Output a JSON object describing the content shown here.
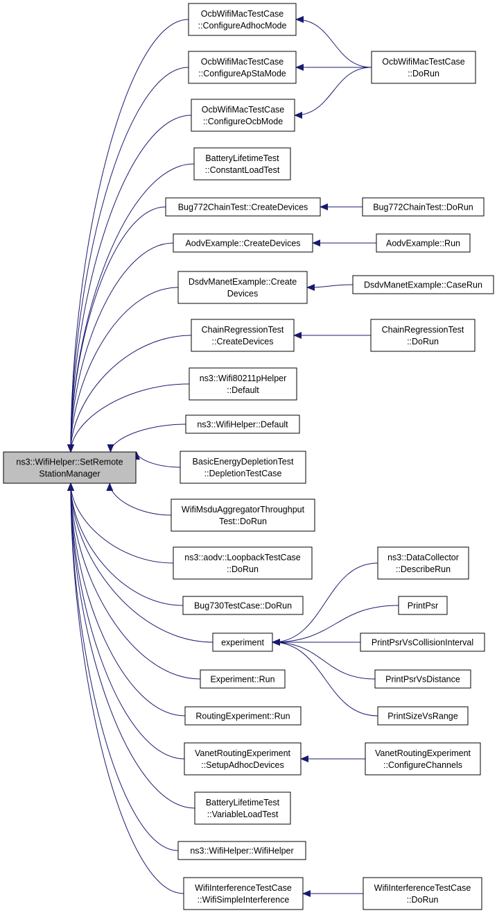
{
  "colors": {
    "edge": "#191970",
    "root_fill": "#bfbfbf",
    "node_fill": "#ffffff",
    "node_border": "#000000"
  },
  "root": {
    "id": "root",
    "lines": [
      "ns3::WifiHelper::SetRemote",
      "StationManager"
    ]
  },
  "nodes": [
    {
      "id": "n1",
      "lines": [
        "OcbWifiMacTestCase",
        "::ConfigureAdhocMode"
      ]
    },
    {
      "id": "n2",
      "lines": [
        "OcbWifiMacTestCase",
        "::ConfigureApStaMode"
      ]
    },
    {
      "id": "n3",
      "lines": [
        "OcbWifiMacTestCase",
        "::ConfigureOcbMode"
      ]
    },
    {
      "id": "n4",
      "lines": [
        "BatteryLifetimeTest",
        "::ConstantLoadTest"
      ]
    },
    {
      "id": "n5",
      "lines": [
        "Bug772ChainTest::CreateDevices"
      ]
    },
    {
      "id": "n6",
      "lines": [
        "AodvExample::CreateDevices"
      ]
    },
    {
      "id": "n7",
      "lines": [
        "DsdvManetExample::Create",
        "Devices"
      ]
    },
    {
      "id": "n8",
      "lines": [
        "ChainRegressionTest",
        "::CreateDevices"
      ]
    },
    {
      "id": "n9",
      "lines": [
        "ns3::Wifi80211pHelper",
        "::Default"
      ]
    },
    {
      "id": "n10",
      "lines": [
        "ns3::WifiHelper::Default"
      ]
    },
    {
      "id": "n11",
      "lines": [
        "BasicEnergyDepletionTest",
        "::DepletionTestCase"
      ]
    },
    {
      "id": "n12",
      "lines": [
        "WifiMsduAggregatorThroughput",
        "Test::DoRun"
      ]
    },
    {
      "id": "n13",
      "lines": [
        "ns3::aodv::LoopbackTestCase",
        "::DoRun"
      ]
    },
    {
      "id": "n14",
      "lines": [
        "Bug730TestCase::DoRun"
      ]
    },
    {
      "id": "n15",
      "lines": [
        "experiment"
      ]
    },
    {
      "id": "n16",
      "lines": [
        "Experiment::Run"
      ]
    },
    {
      "id": "n17",
      "lines": [
        "RoutingExperiment::Run"
      ]
    },
    {
      "id": "n18",
      "lines": [
        "VanetRoutingExperiment",
        "::SetupAdhocDevices"
      ]
    },
    {
      "id": "n19",
      "lines": [
        "BatteryLifetimeTest",
        "::VariableLoadTest"
      ]
    },
    {
      "id": "n20",
      "lines": [
        "ns3::WifiHelper::WifiHelper"
      ]
    },
    {
      "id": "n21",
      "lines": [
        "WifiInterferenceTestCase",
        "::WifiSimpleInterference"
      ]
    },
    {
      "id": "c1",
      "lines": [
        "OcbWifiMacTestCase",
        "::DoRun"
      ]
    },
    {
      "id": "c2",
      "lines": [
        "Bug772ChainTest::DoRun"
      ]
    },
    {
      "id": "c3",
      "lines": [
        "AodvExample::Run"
      ]
    },
    {
      "id": "c4",
      "lines": [
        "DsdvManetExample::CaseRun"
      ]
    },
    {
      "id": "c5",
      "lines": [
        "ChainRegressionTest",
        "::DoRun"
      ]
    },
    {
      "id": "c6",
      "lines": [
        "ns3::DataCollector",
        "::DescribeRun"
      ]
    },
    {
      "id": "c7",
      "lines": [
        "PrintPsr"
      ]
    },
    {
      "id": "c8",
      "lines": [
        "PrintPsrVsCollisionInterval"
      ]
    },
    {
      "id": "c9",
      "lines": [
        "PrintPsrVsDistance"
      ]
    },
    {
      "id": "c10",
      "lines": [
        "PrintSizeVsRange"
      ]
    },
    {
      "id": "c11",
      "lines": [
        "VanetRoutingExperiment",
        "::ConfigureChannels"
      ]
    },
    {
      "id": "c12",
      "lines": [
        "WifiInterferenceTestCase",
        "::DoRun"
      ]
    }
  ],
  "edges": [
    {
      "from": "n1",
      "to": "root"
    },
    {
      "from": "n2",
      "to": "root"
    },
    {
      "from": "n3",
      "to": "root"
    },
    {
      "from": "n4",
      "to": "root"
    },
    {
      "from": "n5",
      "to": "root"
    },
    {
      "from": "n6",
      "to": "root"
    },
    {
      "from": "n7",
      "to": "root"
    },
    {
      "from": "n8",
      "to": "root"
    },
    {
      "from": "n9",
      "to": "root"
    },
    {
      "from": "n10",
      "to": "root"
    },
    {
      "from": "n11",
      "to": "root"
    },
    {
      "from": "n12",
      "to": "root"
    },
    {
      "from": "n13",
      "to": "root"
    },
    {
      "from": "n14",
      "to": "root"
    },
    {
      "from": "n15",
      "to": "root"
    },
    {
      "from": "n16",
      "to": "root"
    },
    {
      "from": "n17",
      "to": "root"
    },
    {
      "from": "n18",
      "to": "root"
    },
    {
      "from": "n19",
      "to": "root"
    },
    {
      "from": "n20",
      "to": "root"
    },
    {
      "from": "n21",
      "to": "root"
    },
    {
      "from": "c1",
      "to": "n1"
    },
    {
      "from": "c1",
      "to": "n2"
    },
    {
      "from": "c1",
      "to": "n3"
    },
    {
      "from": "c2",
      "to": "n5"
    },
    {
      "from": "c3",
      "to": "n6"
    },
    {
      "from": "c4",
      "to": "n7"
    },
    {
      "from": "c5",
      "to": "n8"
    },
    {
      "from": "c6",
      "to": "n15"
    },
    {
      "from": "c7",
      "to": "n15"
    },
    {
      "from": "c8",
      "to": "n15"
    },
    {
      "from": "c9",
      "to": "n15"
    },
    {
      "from": "c10",
      "to": "n15"
    },
    {
      "from": "c11",
      "to": "n18"
    },
    {
      "from": "c12",
      "to": "n21"
    }
  ]
}
